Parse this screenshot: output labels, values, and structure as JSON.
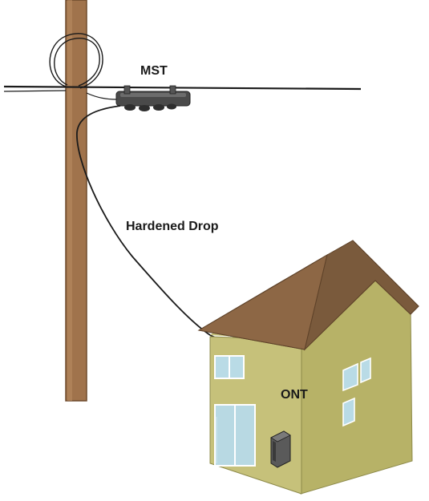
{
  "labels": {
    "mst": "MST",
    "hardened_drop": "Hardened Drop",
    "ont": "ONT"
  },
  "colors": {
    "pole": "#a0734c",
    "pole_edge": "#6e4a2c",
    "house_front": "#c6c17a",
    "house_side": "#b7b267",
    "roof_front": "#8d6745",
    "roof_side": "#7a5a3c",
    "window": "#b9dbe6",
    "door": "#b8d9e3",
    "cable": "#1a1a1a",
    "mst_box": "#4a4a4a"
  }
}
